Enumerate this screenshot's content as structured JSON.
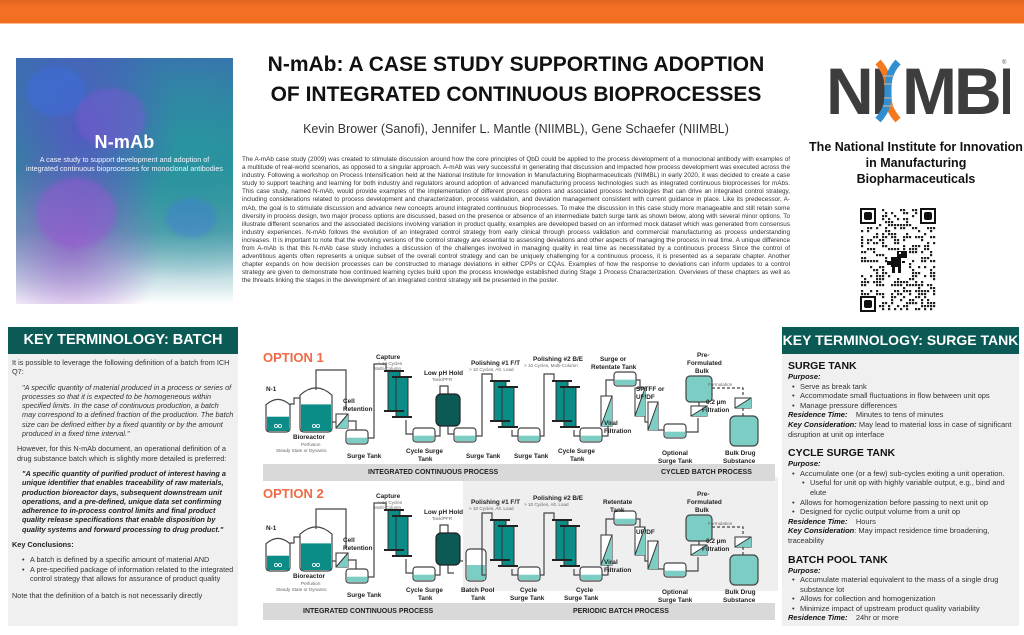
{
  "hero": {
    "title": "N-mAb",
    "subtitle": "A case study to support development and adoption of integrated continuous bioprocesses for monoclonal antibodies"
  },
  "header": {
    "title_line1": "N-mAb: A CASE STUDY SUPPORTING ADOPTION",
    "title_line2": "OF INTEGRATED CONTINUOUS BIOPROCESSES",
    "authors": "Kevin Brower (Sanofi), Jennifer L. Mantle (NIIMBL), Gene Schaefer (NIIMBL)"
  },
  "abstract": "The A-mAb case study (2009) was created to stimulate discussion around how the core principles of QbD could be applied to the process development of a monoclonal antibody with examples of a multitude of real-world scenarios, as opposed to a singular approach.  A-mAb was very successful in generating that discussion and impacted how process development was executed across the industry.  Following a workshop on Process Intensification held at the National Institute for Innovation in Manufacturing Biopharmaceuticals (NIIMBL) in early 2020, it was decided to create a case study to support teaching and learning for both industry and regulators around adoption of advanced manufacturing process technologies such as integrated continuous bioprocesses for mAbs. This case study, named N-mAb, would provide examples of the implementation of different process options and associated process technologies that can drive an integrated control strategy, including considerations related to process development and characterization, process validation, and deviation management consistent with current guidance in place. Like its predecessor, A-mAb, the goal is to stimulate discussion and advance new concepts around integrated continuous bioprocesses. To make the discussion in this case study more manageable and still retain some diversity in process design, two major process options are discussed, based on the presence or absence of an intermediate batch surge tank as shown below, along with several minor options.  To illustrate different scenarios and the associated decisions involving variation in product quality, examples are developed based on an informed mock dataset which was generated from consensus industry experiences. N-mAb follows the evolution of an integrated control strategy from early clinical through process validation and commercial manufacturing as process understanding increases. It is important to note that the evolving versions of the control strategy are essential to assessing deviations and other aspects of managing the process in real time.  A unique difference from A-mAb is that this N-mAb case study includes a discussion of the challenges involved in managing quality in real time as necessitated by a continuous process Since the control of adventitious agents often represents a unique subset of the overall control strategy and can be uniquely challenging for a continuous process, it is presented as a separate chapter. Another chapter expands on how decision processes can be constructed to manage deviations in either CPPs or CQAs. Examples of how the response to deviations can inform updates to a control strategy are given to demonstrate how continued learning cycles build upon the process knowledge established during Stage 1 Process Characterization. Overviews of these chapters as well as the threads linking the stages in the development of an integrated control strategy will be presented in the poster.",
  "logo": {
    "text": "NIIMBL",
    "registered": "®",
    "org_name": "The National Institute for Innovation in Manufacturing Biopharmaceuticals",
    "qr_icon": "qr-code-icon"
  },
  "left_panel": {
    "heading": "KEY TERMINOLOGY: BATCH",
    "intro": "It is possible to leverage the following definition of a batch from ICH Q7:",
    "ich_quote": "\"A specific quantity of material produced in a process or series of processes so that it is expected to be homogeneous within specified limits. In the case of continuous production, a batch may correspond to a defined fraction of the production. The batch size can be defined either by a fixed quantity or by the amount produced in a fixed time interval.\"",
    "however": "However, for this N-mAb document, an operational definition of a drug substance batch which is slightly more detailed is preferred:",
    "nmab_quote": "\"A specific quantity of purified product of interest having a unique identifier that enables traceability of raw materials, production bioreactor days, subsequent downstream unit operations, and a pre-defined, unique data set confirming adherence to in-process control limits and final product quality release specifications that enable disposition by quality systems and forward processing to drug product.\"",
    "conclusions_heading": "Key Conclusions:",
    "conclusions": [
      "A batch is defined by a specific amount of material   AND",
      "A pre-specified package of information related to the integrated control strategy that allows for assurance of product quality"
    ],
    "note": "Note that the definition of a batch is not necessarily directly"
  },
  "right_panel": {
    "heading": "KEY TERMINOLOGY: SURGE TANK",
    "sections": [
      {
        "title": "SURGE TANK",
        "purpose_label": "Purpose:",
        "bullets": [
          "Serve as break tank",
          "Accommodate small fluctuations in flow between unit ops",
          "Manage pressure differences"
        ],
        "residence_label": "Residence Time:",
        "residence": "Minutes to tens of minutes",
        "consideration_label": "Key Consideration:",
        "consideration": "May lead to material loss in case of significant disruption at unit op interface"
      },
      {
        "title": "CYCLE SURGE TANK",
        "purpose_label": "Purpose:",
        "bullets": [
          "Accumulate one (or a few) sub-cycles exiting a unit operation."
        ],
        "sub_bullet": "Useful for unit op with highly variable output, e.g., bind and elute",
        "bullets_after": [
          "Allows for homogenization before passing to next unit op",
          "Designed for cyclic output volume from a unit op"
        ],
        "residence_label": "Residence Time:",
        "residence": "Hours",
        "consideration_label": "Key Consideration",
        "consideration": ": May impact residence time broadening, traceability"
      },
      {
        "title": "BATCH POOL TANK",
        "purpose_label": "Purpose:",
        "bullets": [
          "Accumulate material equivalent to the mass of a single drug substance lot",
          "Allows for collection and homogenization",
          "Minimize impact of upstream product quality variability"
        ],
        "residence_label": "Residence Time:",
        "residence": "24hr or more"
      }
    ]
  },
  "diagram": {
    "colors": {
      "option_label": "#f26a45",
      "teal_dark": "#0b8c86",
      "teal_light": "#7ccdc4",
      "teal_deep": "#0c5a55",
      "band": "#d9d9d9"
    },
    "option1": {
      "label": "OPTION 1",
      "units": {
        "n1": "N-1",
        "bioreactor": "Bioreactor",
        "bioreactor_sub1": "Perfusion",
        "bioreactor_sub2": "Steady State or Dynamic",
        "cell_retention_1": "Cell",
        "cell_retention_2": "Retention",
        "capture": "Capture",
        "capture_sub1": "> 10 Cycles",
        "capture_sub2": "Multi-Column",
        "low_ph": "Low pH Hold",
        "low_ph_sub": "Tank/PFR",
        "pol1": "Polishing #1 F/T",
        "pol1_sub": "> 10 Cycles, Alt. Load",
        "pol2": "Polishing #2 B/E",
        "pol2_sub": "> 10 Cycles, Multi-Column",
        "surge_ret_1": "Surge or",
        "surge_ret_2": "Retentate Tank",
        "sptff_1": "SPTFF or",
        "sptff_2": "UF/DF",
        "prefo_1": "Pre-",
        "prefo_2": "Formulated",
        "prefo_3": "Bulk",
        "formulation": "Formulation",
        "filt_1": "0.2 µm",
        "filt_2": "Filtration",
        "viral_1": "Viral",
        "viral_2": "Filtration",
        "surge1": "Surge Tank",
        "cycle1_1": "Cycle Surge",
        "cycle1_2": "Tank",
        "surge2": "Surge Tank",
        "surge3": "Surge Tank",
        "cycle2_1": "Cycle Surge",
        "cycle2_2": "Tank",
        "opt_surge_1": "Optional",
        "opt_surge_2": "Surge Tank",
        "bds_1": "Bulk Drug",
        "bds_2": "Substance"
      },
      "band_left": "INTEGRATED CONTINUOUS PROCESS",
      "band_right": "CYCLED BATCH PROCESS"
    },
    "option2": {
      "label": "OPTION 2",
      "units": {
        "n1": "N-1",
        "bioreactor": "Bioreactor",
        "bioreactor_sub1": "Perfusion",
        "bioreactor_sub2": "Steady State or Dynamic",
        "cell_retention_1": "Cell",
        "cell_retention_2": "Retention",
        "capture": "Capture",
        "capture_sub1": "> 10 Cycles",
        "capture_sub2": "Multi-Column",
        "low_ph": "Low pH Hold",
        "low_ph_sub": "Tank/PFR",
        "pol1": "Polishing #1 F/T",
        "pol1_sub": "> 10 Cycles, Alt. Load",
        "pol2": "Polishing #2 B/E",
        "pol2_sub": "> 10 Cycles, Alt. Load",
        "retentate_1": "Retentate",
        "retentate_2": "Tank",
        "ufdf": "UF/DF",
        "prefo_1": "Pre-",
        "prefo_2": "Formulated",
        "prefo_3": "Bulk",
        "formulation": "Formulation",
        "filt_1": "0.2 µm",
        "filt_2": "Filtration",
        "viral_1": "Viral",
        "viral_2": "Filtration",
        "surge1": "Surge Tank",
        "cycle1_1": "Cycle Surge",
        "cycle1_2": "Tank",
        "batch_pool_1": "Batch Pool",
        "batch_pool_2": "Tank",
        "cycle2_1": "Cycle",
        "cycle2_2": "Surge Tank",
        "cycle3_1": "Cycle",
        "cycle3_2": "Surge Tank",
        "opt_surge_1": "Optional",
        "opt_surge_2": "Surge Tank",
        "bds_1": "Bulk Drug",
        "bds_2": "Substance"
      },
      "band_left": "INTEGRATED CONTINUOUS PROCESS",
      "band_right": "PERIODIC BATCH PROCESS"
    }
  }
}
